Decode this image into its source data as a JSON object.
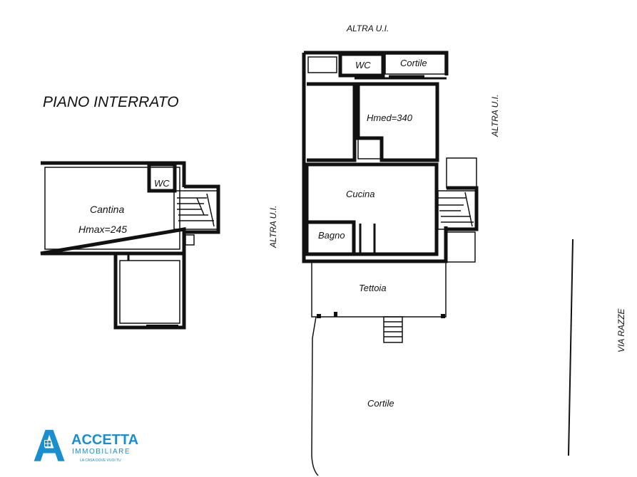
{
  "plan_title": "PIANO INTERRATO",
  "neighbors": {
    "top": "ALTRA U.I.",
    "right": "ALTRA U.I.",
    "middle": "ALTRA U.I.",
    "street": "VIA RAZZE"
  },
  "basement": {
    "wc": "WC",
    "cantina": "Cantina",
    "height": "Hmax=245"
  },
  "ground": {
    "wc": "WC",
    "cortile_top": "Cortile",
    "height": "Hmed=340",
    "cucina": "Cucina",
    "bagno": "Bagno",
    "tettoia": "Tettoia",
    "cortile_bottom": "Cortile"
  },
  "logo": {
    "letter": "A",
    "name": "ACCETTA",
    "subtitle": "IMMOBILIARE",
    "tagline": "LA CASA DOVE VUOI TU",
    "color": "#1a8fd0"
  }
}
